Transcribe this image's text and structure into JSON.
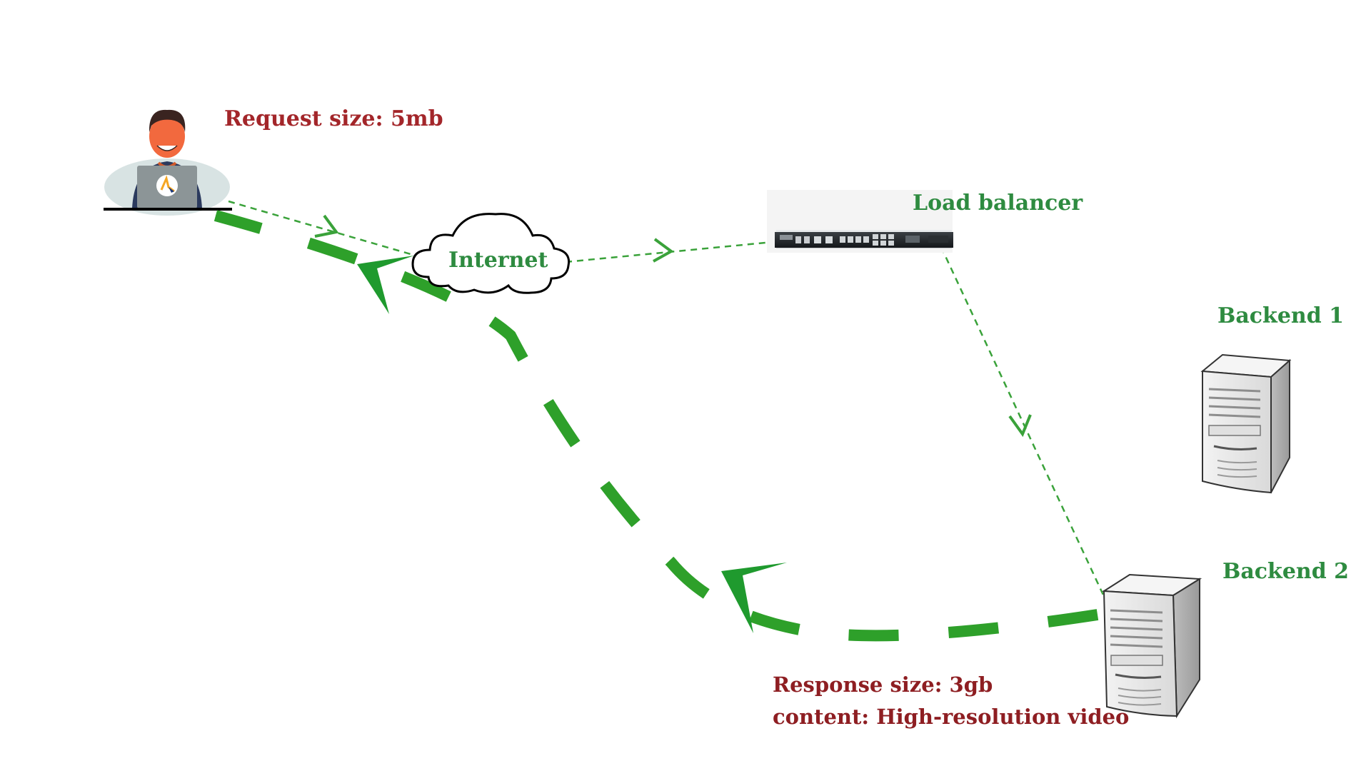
{
  "labels": {
    "request_size": "Request size: 5mb",
    "internet": "Internet",
    "load_balancer": "Load balancer",
    "backend1": "Backend 1",
    "backend2": "Backend 2",
    "response_size": "Response size: 3gb",
    "response_content": "content: High-resolution video"
  },
  "colors": {
    "request_flow": "#3aa23a",
    "response_flow": "#2ea02a",
    "green_label": "#2e8b40",
    "red_label": "#a3262a"
  },
  "icons": {
    "user": "person-with-laptop-icon",
    "cloud": "cloud-icon",
    "load_balancer": "network-appliance-icon",
    "server": "tower-server-icon"
  }
}
